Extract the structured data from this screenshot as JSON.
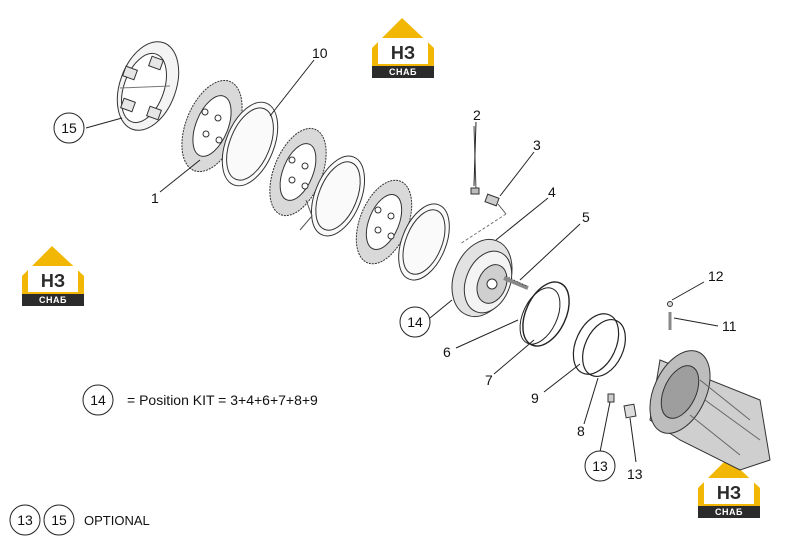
{
  "logo": {
    "top_text": "НЗ",
    "bottom_text": "СНАБ",
    "colors": {
      "accent": "#f2b705",
      "dark": "#2b2b2b",
      "white": "#ffffff"
    }
  },
  "callouts": {
    "p1": "1",
    "p2": "2",
    "p3": "3",
    "p4": "4",
    "p5": "5",
    "p6": "6",
    "p7": "7",
    "p8": "8",
    "p9": "9",
    "p10": "10",
    "p11": "11",
    "p12": "12",
    "p13a": "13",
    "p13b": "13",
    "p14": "14",
    "p15": "15"
  },
  "legend": {
    "kit_number": "14",
    "kit_text": "= Position KIT = 3+4+6+7+8+9",
    "optional_a": "13",
    "optional_b": "15",
    "optional_text": "OPTIONAL"
  }
}
